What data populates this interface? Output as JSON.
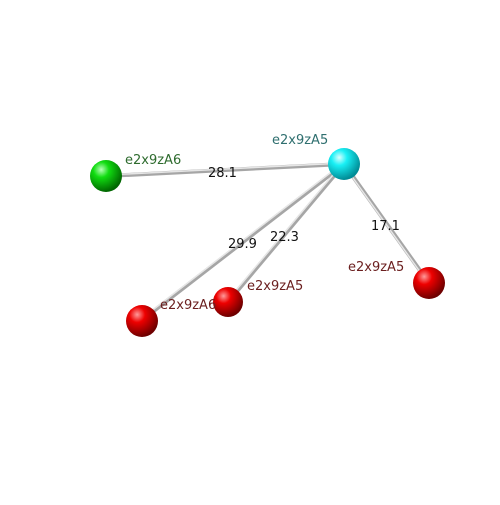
{
  "colors": {
    "background": "#ffffff",
    "hub_node": "#00e5ee",
    "green_node": "#00cc00",
    "red_node": "#dd0000",
    "edge": "#bdbdbd",
    "hub_label": "#2f6f6f",
    "green_label": "#2e6b2e",
    "red_label": "#6b1f1f"
  },
  "nodes": {
    "hub": {
      "label": "e2x9zA5",
      "color_role": "cyan"
    },
    "green": {
      "label": "e2x9zA6",
      "color_role": "green"
    },
    "red_right": {
      "label": "e2x9zA5",
      "color_role": "red"
    },
    "red_middle": {
      "label": "e2x9zA5",
      "color_role": "red"
    },
    "red_left": {
      "label": "e2x9zA6",
      "color_role": "red"
    }
  },
  "edges": {
    "hub_green": {
      "label": "28.1"
    },
    "hub_red_left": {
      "label": "29.9"
    },
    "hub_red_middle": {
      "label": "22.3"
    },
    "hub_red_right": {
      "label": "17.1"
    }
  }
}
